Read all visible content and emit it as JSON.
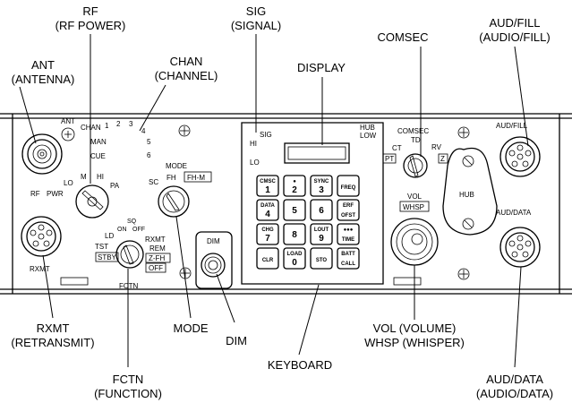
{
  "callouts": {
    "rf": [
      "RF",
      "(RF POWER)"
    ],
    "sig": [
      "SIG",
      "(SIGNAL)"
    ],
    "comsec": [
      "COMSEC"
    ],
    "ant": [
      "ANT",
      "(ANTENNA)"
    ],
    "chan": [
      "CHAN",
      "(CHANNEL)"
    ],
    "display": [
      "DISPLAY"
    ],
    "aud_fill": [
      "AUD/FILL",
      "(AUDIO/FILL)"
    ],
    "rxmt": [
      "RXMT",
      "(RETRANSMIT)"
    ],
    "mode": [
      "MODE"
    ],
    "dim": [
      "DIM"
    ],
    "vol": [
      "VOL (VOLUME)",
      "WHSP (WHISPER)"
    ],
    "keyboard": [
      "KEYBOARD"
    ],
    "fctn": [
      "FCTN",
      "(FUNCTION)"
    ],
    "aud_data": [
      "AUD/DATA",
      "(AUDIO/DATA)"
    ]
  },
  "panel": {
    "ant": "ANT",
    "chan": "CHAN",
    "man": "MAN",
    "cue": "CUE",
    "chan_nums": [
      "1",
      "2",
      "3",
      "4",
      "5",
      "6"
    ],
    "rf": "RF",
    "pwr": "PWR",
    "lo": "LO",
    "m": "M",
    "hi": "HI",
    "pa": "PA",
    "mode": "MODE",
    "sc": "SC",
    "fh": "FH",
    "fh_m": "FH-M",
    "sig": "SIG",
    "sig_hi": "HI",
    "sig_lo": "LO",
    "hub_low": [
      "HUB",
      "LOW"
    ],
    "comsec": "COMSEC",
    "td": "TD",
    "ct": "CT",
    "rv": "RV",
    "pt": "PT",
    "z": "Z",
    "aud_fill": "AUD/FILL",
    "hub": "HUB",
    "aud_data": "AUD/DATA",
    "vol": "VOL",
    "whsp": "WHSP",
    "sq": "SQ",
    "on": "ON",
    "off": "OFF",
    "ld": "LD",
    "tst": "TST",
    "rxmt": "RXMT",
    "rem": "REM",
    "stby": "STBY",
    "z_fh": "Z-FH",
    "off_box": "OFF",
    "fctn": "FCTN",
    "rxmt_conn": "RXMT",
    "dim": "DIM"
  },
  "keys": [
    {
      "sub": "CMSC",
      "main": "1"
    },
    {
      "sub": "●",
      "main": "2"
    },
    {
      "sub": "SYNC",
      "main": "3"
    },
    {
      "sub": "",
      "main": "FREQ"
    },
    {
      "sub": "DATA",
      "main": "4"
    },
    {
      "sub": "",
      "main": "5"
    },
    {
      "sub": "",
      "main": "6"
    },
    {
      "sub": "ERF",
      "main": "OFST"
    },
    {
      "sub": "CHG",
      "main": "7"
    },
    {
      "sub": "",
      "main": "8"
    },
    {
      "sub": "LOUT",
      "main": "9"
    },
    {
      "sub": "●●●",
      "main": "TIME"
    },
    {
      "sub": "",
      "main": "CLR"
    },
    {
      "sub": "LOAD",
      "main": "0"
    },
    {
      "sub": "",
      "main": "STO"
    },
    {
      "sub": "BATT",
      "main": "CALL"
    }
  ]
}
